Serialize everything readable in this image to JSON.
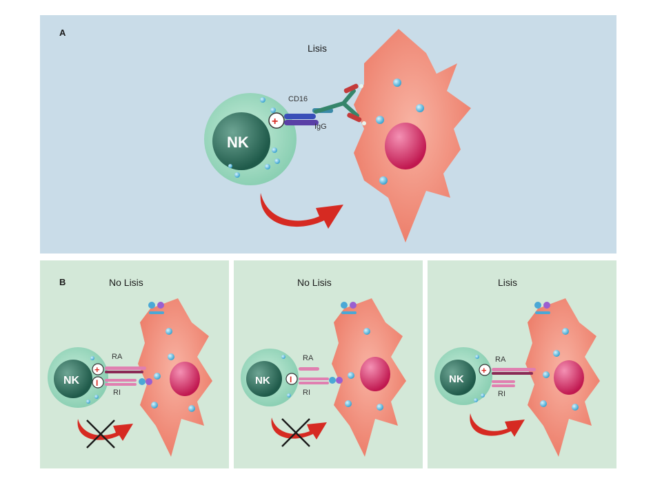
{
  "panel_a": {
    "label": "A",
    "outcome": "Lisis",
    "nk": "NK",
    "receptor": "CD16",
    "antibody": "IgG",
    "signal": "+"
  },
  "panel_b": {
    "label": "B",
    "activating_receptor": "RA",
    "inhibitory_receptor": "RI",
    "nk": "NK",
    "activating_signal": "+",
    "inhibitory_signal": "I",
    "scenarios": [
      {
        "outcome": "No Lisis"
      },
      {
        "outcome": "No Lisis"
      },
      {
        "outcome": "Lisis"
      }
    ]
  },
  "colors": {
    "panel_a_bg": "#c9dce8",
    "panel_b_bg": "#d3e8d8",
    "nk_cell": "#2f6e5c",
    "target_cell": "#f2907e",
    "nucleus": "#d8336b",
    "arrow": "#d62a22"
  }
}
